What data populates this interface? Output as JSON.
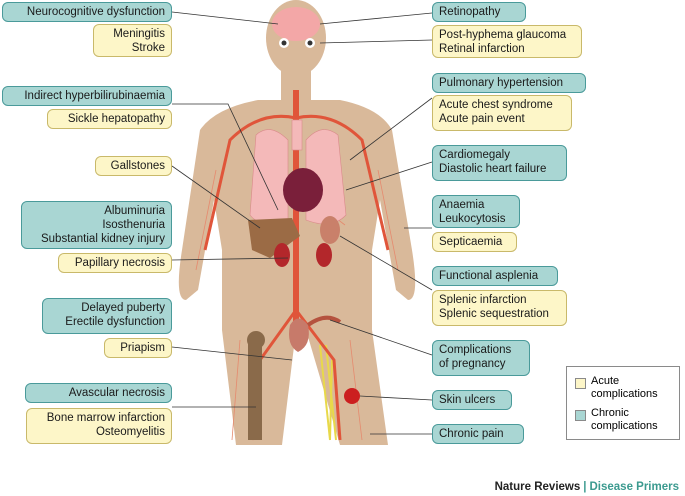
{
  "left_labels": [
    {
      "id": "neuro",
      "type": "chronic",
      "lines": [
        "Neurocognitive dysfunction"
      ]
    },
    {
      "id": "meningitis",
      "type": "acute",
      "lines": [
        "Meningitis",
        "Stroke"
      ]
    },
    {
      "id": "hyperbili",
      "type": "chronic",
      "lines": [
        "Indirect hyperbilirubinaemia"
      ]
    },
    {
      "id": "sickle-hep",
      "type": "acute",
      "lines": [
        "Sickle hepatopathy"
      ]
    },
    {
      "id": "gallstones",
      "type": "acute",
      "lines": [
        "Gallstones"
      ]
    },
    {
      "id": "kidney",
      "type": "chronic",
      "lines": [
        "Albuminuria",
        "Isosthenuria",
        "Substantial kidney injury"
      ]
    },
    {
      "id": "papillary",
      "type": "acute",
      "lines": [
        "Papillary necrosis"
      ]
    },
    {
      "id": "puberty",
      "type": "chronic",
      "lines": [
        "Delayed puberty",
        "Erectile dysfunction"
      ]
    },
    {
      "id": "priapism",
      "type": "acute",
      "lines": [
        "Priapism"
      ]
    },
    {
      "id": "avascular",
      "type": "chronic",
      "lines": [
        "Avascular necrosis"
      ]
    },
    {
      "id": "marrow",
      "type": "acute",
      "lines": [
        "Bone marrow infarction",
        "Osteomyelitis"
      ]
    }
  ],
  "right_labels": [
    {
      "id": "retinopathy",
      "type": "chronic",
      "lines": [
        "Retinopathy"
      ]
    },
    {
      "id": "glaucoma",
      "type": "acute",
      "lines": [
        "Post-hyphema glaucoma",
        "Retinal infarction"
      ]
    },
    {
      "id": "pulm-htn",
      "type": "chronic",
      "lines": [
        "Pulmonary hypertension"
      ]
    },
    {
      "id": "chest",
      "type": "acute",
      "lines": [
        "Acute chest syndrome",
        "Acute pain event"
      ]
    },
    {
      "id": "cardio",
      "type": "chronic",
      "lines": [
        "Cardiomegaly",
        "Diastolic heart failure"
      ]
    },
    {
      "id": "anaemia",
      "type": "chronic",
      "lines": [
        "Anaemia",
        "Leukocytosis"
      ]
    },
    {
      "id": "septicaemia",
      "type": "acute",
      "lines": [
        "Septicaemia"
      ]
    },
    {
      "id": "asplenia",
      "type": "chronic",
      "lines": [
        "Functional asplenia"
      ]
    },
    {
      "id": "splenic",
      "type": "acute",
      "lines": [
        "Splenic infarction",
        "Splenic sequestration"
      ]
    },
    {
      "id": "pregnancy",
      "type": "chronic",
      "lines": [
        "Complications",
        "of pregnancy"
      ]
    },
    {
      "id": "skin",
      "type": "chronic",
      "lines": [
        "Skin ulcers"
      ]
    },
    {
      "id": "pain",
      "type": "chronic",
      "lines": [
        "Chronic pain"
      ]
    }
  ],
  "legend": {
    "acute": "Acute complications",
    "chronic": "Chronic complications",
    "acute_lines": [
      "Acute",
      "complications"
    ],
    "chronic_lines": [
      "Chronic",
      "complications"
    ]
  },
  "colors": {
    "chronic": "#a9d6d3",
    "acute": "#fdf6c8",
    "body": "#d9b99a",
    "vessel": "#e0553a",
    "brain": "#f3a7a7",
    "lung": "#f4b9b9",
    "liver": "#9b6b45",
    "kidney": "#b3272b",
    "bone": "#8a6a4a",
    "nerve": "#e8d94a"
  },
  "footer": {
    "publisher": "Nature Reviews",
    "separator": "|",
    "series": "Disease Primers"
  }
}
